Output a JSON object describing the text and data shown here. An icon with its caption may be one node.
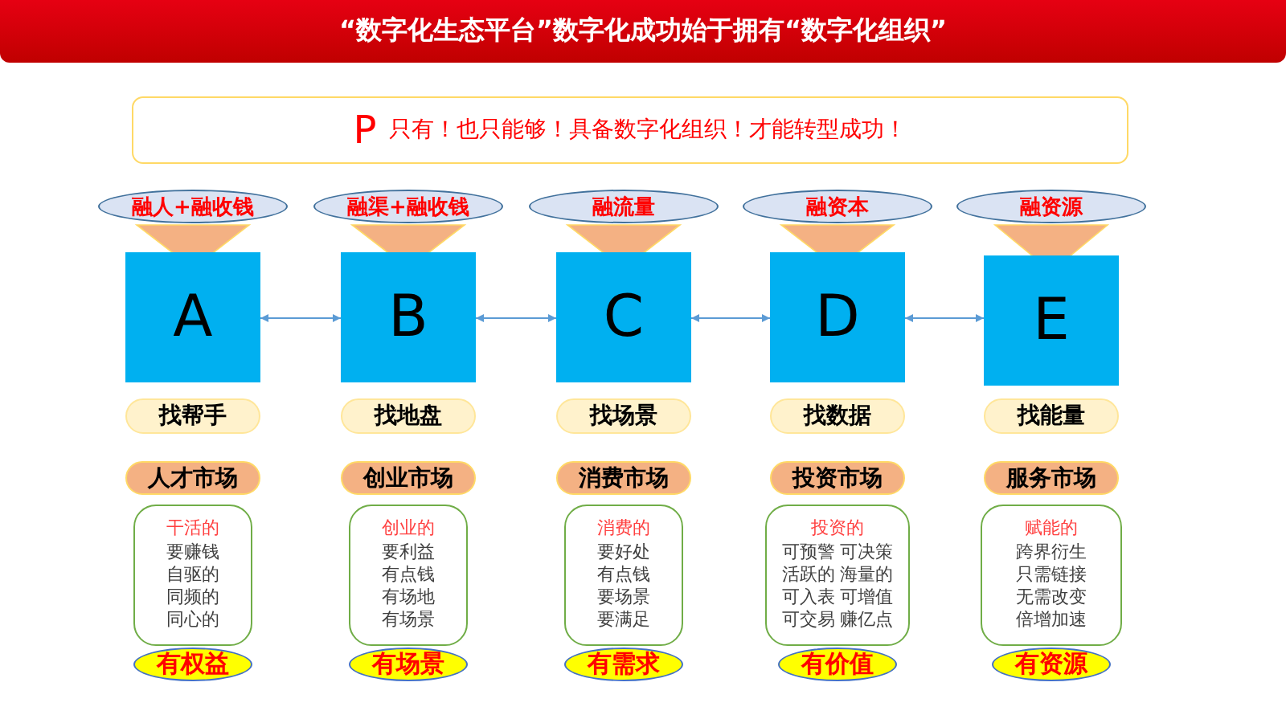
{
  "diagram": {
    "title": "“数字化生态平台”数字化成功始于拥有“数字化组织”",
    "nodes": [
      {
        "text": [
          "P",
          "只有！也只能够！具备数字化组织！才能转型成功！"
        ]
      },
      {
        "text": [
          "融人+融收钱"
        ]
      },
      {
        "text": [
          "A"
        ]
      },
      {
        "text": [
          "找帮手"
        ]
      },
      {
        "text": [
          "人才市场"
        ]
      },
      {
        "text": [
          "干活的",
          "要赚钱自驱的同频的同心的"
        ]
      },
      {
        "text": [
          "有权益"
        ]
      },
      {
        "text": [
          "融渠+融收钱"
        ]
      },
      {
        "text": [
          "B"
        ]
      },
      {
        "text": [
          "找地盘"
        ]
      },
      {
        "text": [
          "创业市场"
        ]
      },
      {
        "text": [
          "创业的",
          "要利益有点钱有场地有场景"
        ]
      },
      {
        "text": [
          "有场景"
        ]
      },
      {
        "text": [
          "融流量"
        ]
      },
      {
        "text": [
          "C"
        ]
      },
      {
        "text": [
          "找场景"
        ]
      },
      {
        "text": [
          "消费市场"
        ]
      },
      {
        "text": [
          "消费的",
          "要好处有点钱要场景要满足"
        ]
      },
      {
        "text": [
          "有需求"
        ]
      },
      {
        "text": [
          "融资本"
        ]
      },
      {
        "text": [
          "D"
        ]
      },
      {
        "text": [
          "找数据"
        ]
      },
      {
        "text": [
          "投资市场"
        ]
      },
      {
        "text": [
          "投资的",
          "可预警 可决策活跃的 海量的可入表 可增值可交易 赚亿点"
        ]
      },
      {
        "text": [
          "有价值"
        ]
      },
      {
        "text": [
          "融资源"
        ]
      },
      {
        "text": [
          "E"
        ]
      },
      {
        "text": [
          "找能量"
        ]
      },
      {
        "text": [
          "服务市场"
        ]
      },
      {
        "text": [
          "赋能的",
          "跨界衍生只需链接无需改变倍增加速"
        ]
      },
      {
        "text": [
          "有资源"
        ]
      }
    ],
    "edges": [
      {
        "from": 1,
        "to": 2,
        "arrow": "to"
      },
      {
        "from": 7,
        "to": 8,
        "arrow": "to"
      },
      {
        "from": 13,
        "to": 14,
        "arrow": "to"
      },
      {
        "from": 19,
        "to": 20,
        "arrow": "to"
      },
      {
        "from": 25,
        "to": 26,
        "arrow": "to"
      },
      {
        "from": 2,
        "to": 8,
        "arrow": "both"
      },
      {
        "from": 8,
        "to": 14,
        "arrow": "both"
      },
      {
        "from": 14,
        "to": 20,
        "arrow": "both"
      },
      {
        "from": 20,
        "to": 26,
        "arrow": "both"
      }
    ]
  }
}
